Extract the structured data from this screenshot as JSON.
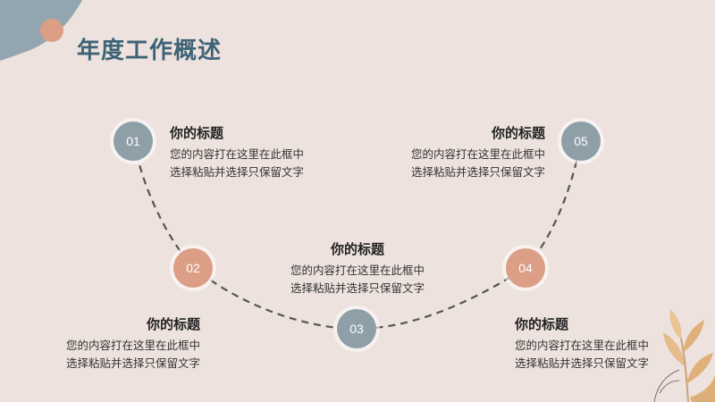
{
  "title": "年度工作概述",
  "nodes": [
    {
      "label": "01",
      "heading": "你的标题",
      "line1": "您的内容打在这里在此框中",
      "line2": "选择粘贴并选择只保留文字"
    },
    {
      "label": "02",
      "heading": "你的标题",
      "line1": "您的内容打在这里在此框中",
      "line2": "选择粘贴并选择只保留文字"
    },
    {
      "label": "03",
      "heading": "你的标题",
      "line1": "您的内容打在这里在此框中",
      "line2": "选择粘贴并选择只保留文字"
    },
    {
      "label": "04",
      "heading": "你的标题",
      "line1": "您的内容打在这里在此框中",
      "line2": "选择粘贴并选择只保留文字"
    },
    {
      "label": "05",
      "heading": "你的标题",
      "line1": "您的内容打在这里在此框中",
      "line2": "选择粘贴并选择只保留文字"
    }
  ],
  "colors": {
    "background": "#ede2de",
    "title": "#3e6377",
    "node_blue": "#8f9fa8",
    "node_orange": "#dc9e85",
    "leaf": "#e0b07a"
  }
}
